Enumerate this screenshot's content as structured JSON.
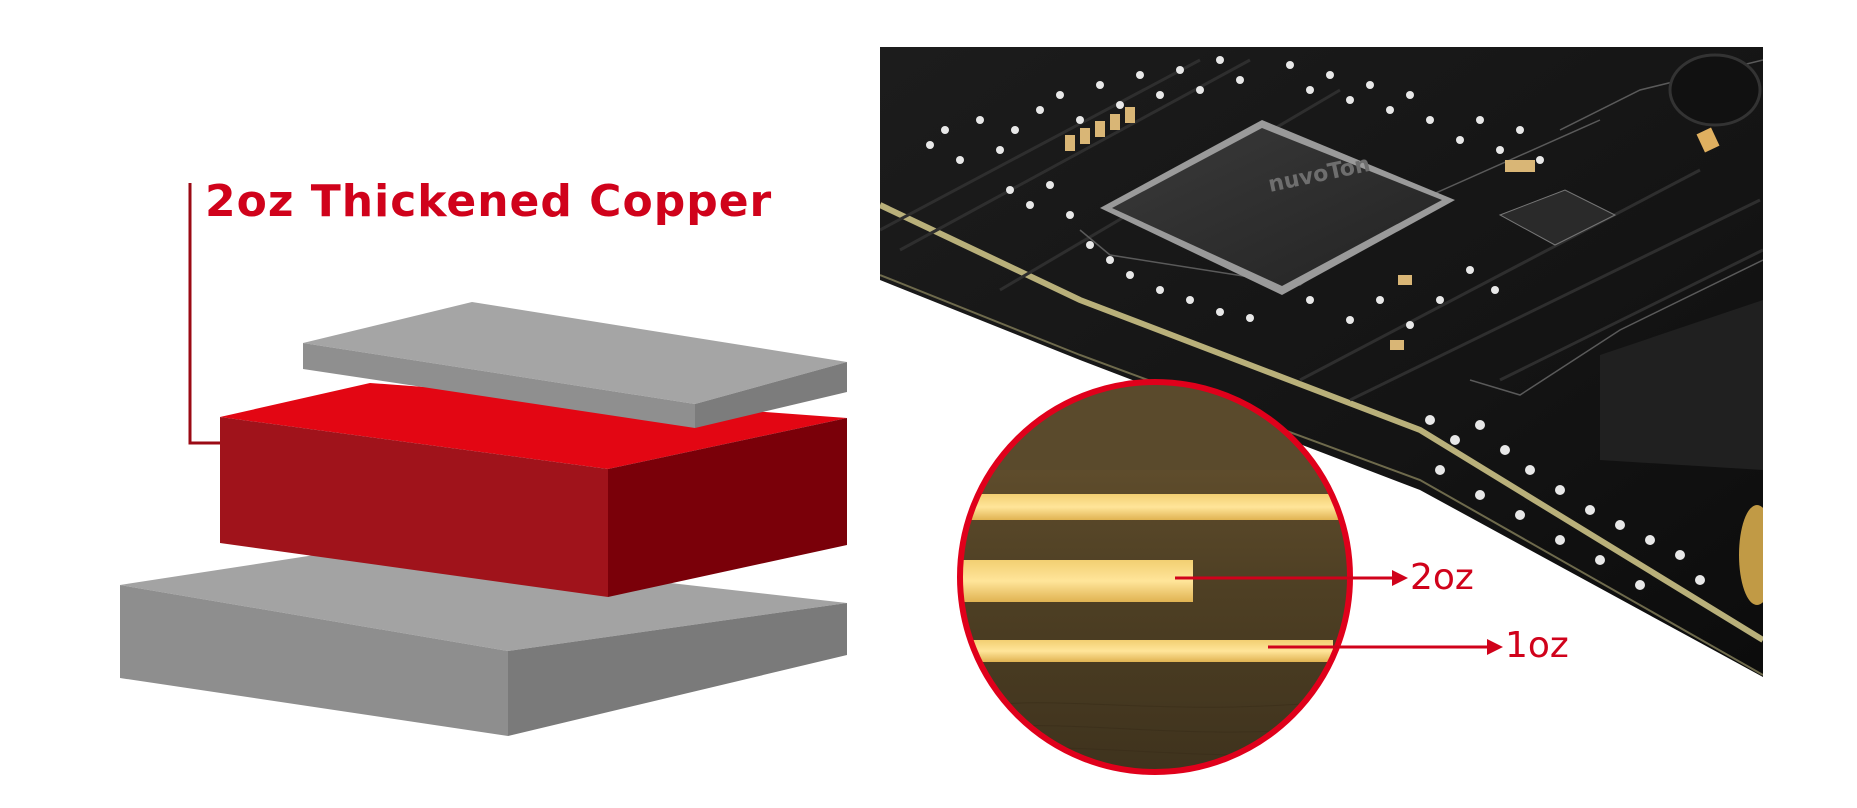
{
  "diagram": {
    "title": "2oz Thickened Copper",
    "layers": [
      {
        "name": "top-substrate",
        "color": "#8f8f8f"
      },
      {
        "name": "copper-layer",
        "color": "#e30613"
      },
      {
        "name": "bottom-substrate",
        "color": "#8a8a8a"
      }
    ],
    "accent_color": "#d0021b"
  },
  "photo": {
    "chip_text": "nuvoTon",
    "callouts": {
      "label_2oz": "2oz",
      "label_1oz": "1oz"
    }
  }
}
